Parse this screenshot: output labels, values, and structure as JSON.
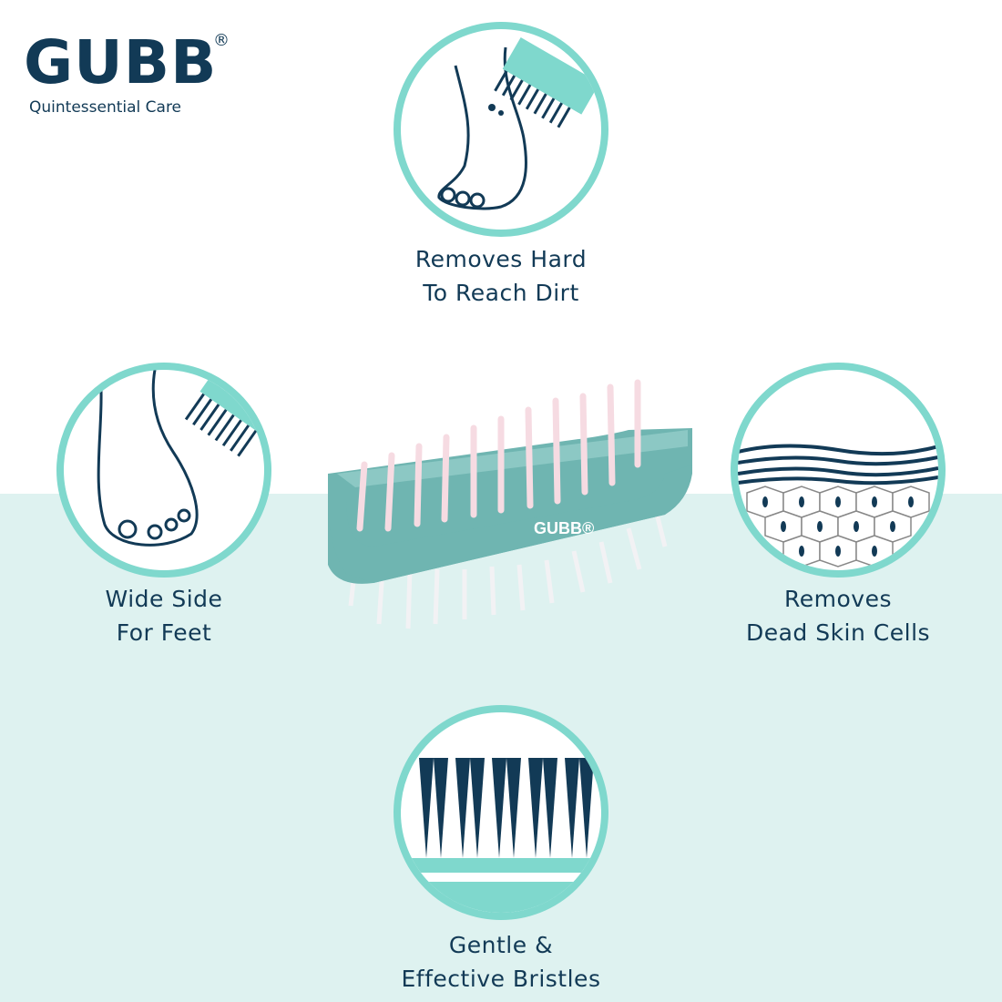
{
  "brand": {
    "name": "GUBB",
    "registered": "®",
    "tagline": "Quintessential Care"
  },
  "features": [
    {
      "line1": "Removes Hard",
      "line2": "To Reach Dirt",
      "icon": "foot-brush-icon"
    },
    {
      "line1": "Wide Side",
      "line2": "For Feet",
      "icon": "foot-wide-brush-icon"
    },
    {
      "line1": "Removes",
      "line2": "Dead Skin Cells",
      "icon": "skin-cells-icon"
    },
    {
      "line1": "Gentle &",
      "line2": "Effective Bristles",
      "icon": "bristles-icon"
    }
  ],
  "product": {
    "logo": "GUBB®"
  },
  "colors": {
    "navy": "#123a56",
    "teal": "#7fd8cd",
    "band": "#def2f0",
    "brush": "#6fb5b1"
  }
}
